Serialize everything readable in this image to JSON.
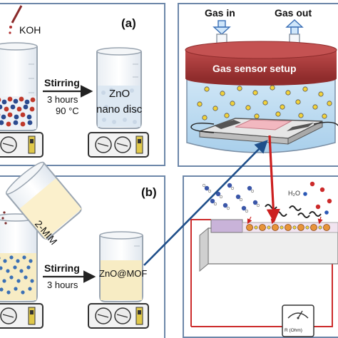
{
  "panel_a": {
    "label": "(a)",
    "reagent": "KOH",
    "step": {
      "line1": "Stirring",
      "line2": "3 hours",
      "line3": "90 °C"
    },
    "product": {
      "line1": "ZnO",
      "line2": "nano disc"
    }
  },
  "panel_b": {
    "label": "(b)",
    "reagent": "2-MIM",
    "step": {
      "line1": "Stirring",
      "line2": "3 hours"
    },
    "product": "ZnO@MOF"
  },
  "sensor": {
    "gas_in": "Gas in",
    "gas_out": "Gas out",
    "title": "Gas sensor setup"
  },
  "mechanism": {
    "molecule_label": "H₂O",
    "meter_label": "R (Ohm)"
  },
  "colors": {
    "frame": "#6d87a9",
    "chamber_lid": "#a33a3a",
    "chamber_body": "#b8d8ef",
    "red_arrow": "#cc1f1f",
    "blue_arrow": "#1f4f8a",
    "particle": "#f2d23a"
  }
}
